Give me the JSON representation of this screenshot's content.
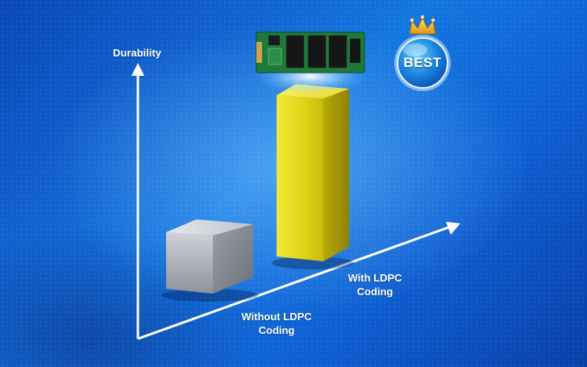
{
  "colors": {
    "background": "#0a4fc4",
    "axis": "#ffffff",
    "cube": "#a9aeb6",
    "bar": "#e8dc1a"
  },
  "chart_data": {
    "type": "bar",
    "title": "",
    "ylabel": "Durability",
    "xlabel": "",
    "categories": [
      "Without LDPC\nCoding",
      "With LDPC\nCoding"
    ],
    "series": [
      {
        "values": [
          1,
          3
        ]
      }
    ],
    "ylim": [
      0,
      3.2
    ],
    "grid": false,
    "legend": "none"
  },
  "decorations": {
    "badge_label": "BEST",
    "badge_icon": "crown-icon",
    "product_icon": "m2-ssd-icon"
  }
}
